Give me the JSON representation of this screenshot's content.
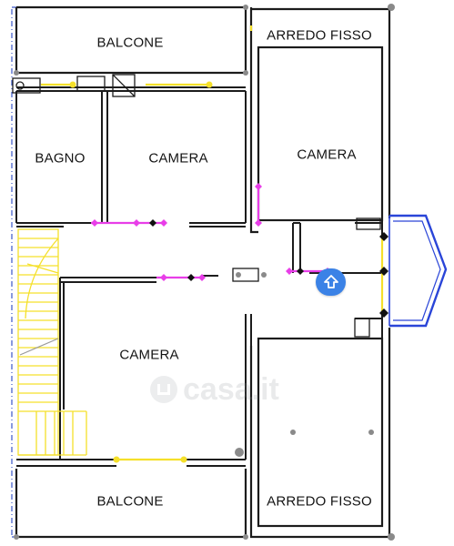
{
  "floorplan": {
    "rooms": [
      {
        "id": "balcone-top",
        "label": "BALCONE"
      },
      {
        "id": "arredo-fisso-top",
        "label": "ARREDO FISSO"
      },
      {
        "id": "bagno",
        "label": "BAGNO"
      },
      {
        "id": "camera-top-middle",
        "label": "CAMERA"
      },
      {
        "id": "camera-top-right",
        "label": "CAMERA"
      },
      {
        "id": "camera-bottom-left",
        "label": "CAMERA"
      },
      {
        "id": "balcone-bottom",
        "label": "BALCONE"
      },
      {
        "id": "arredo-fisso-bottom",
        "label": "ARREDO FISSO"
      }
    ],
    "watermark": {
      "text": "casa.it"
    },
    "location_button": {
      "icon": "location-arrow-icon"
    }
  },
  "colors": {
    "wall": "#1c1c1c",
    "door_yellow": "#f5e02a",
    "marker_magenta": "#e83ee8",
    "bay_window_blue": "#2a45d8",
    "dimension_blue": "#3a56c9",
    "location_button": "#3b82e6"
  }
}
